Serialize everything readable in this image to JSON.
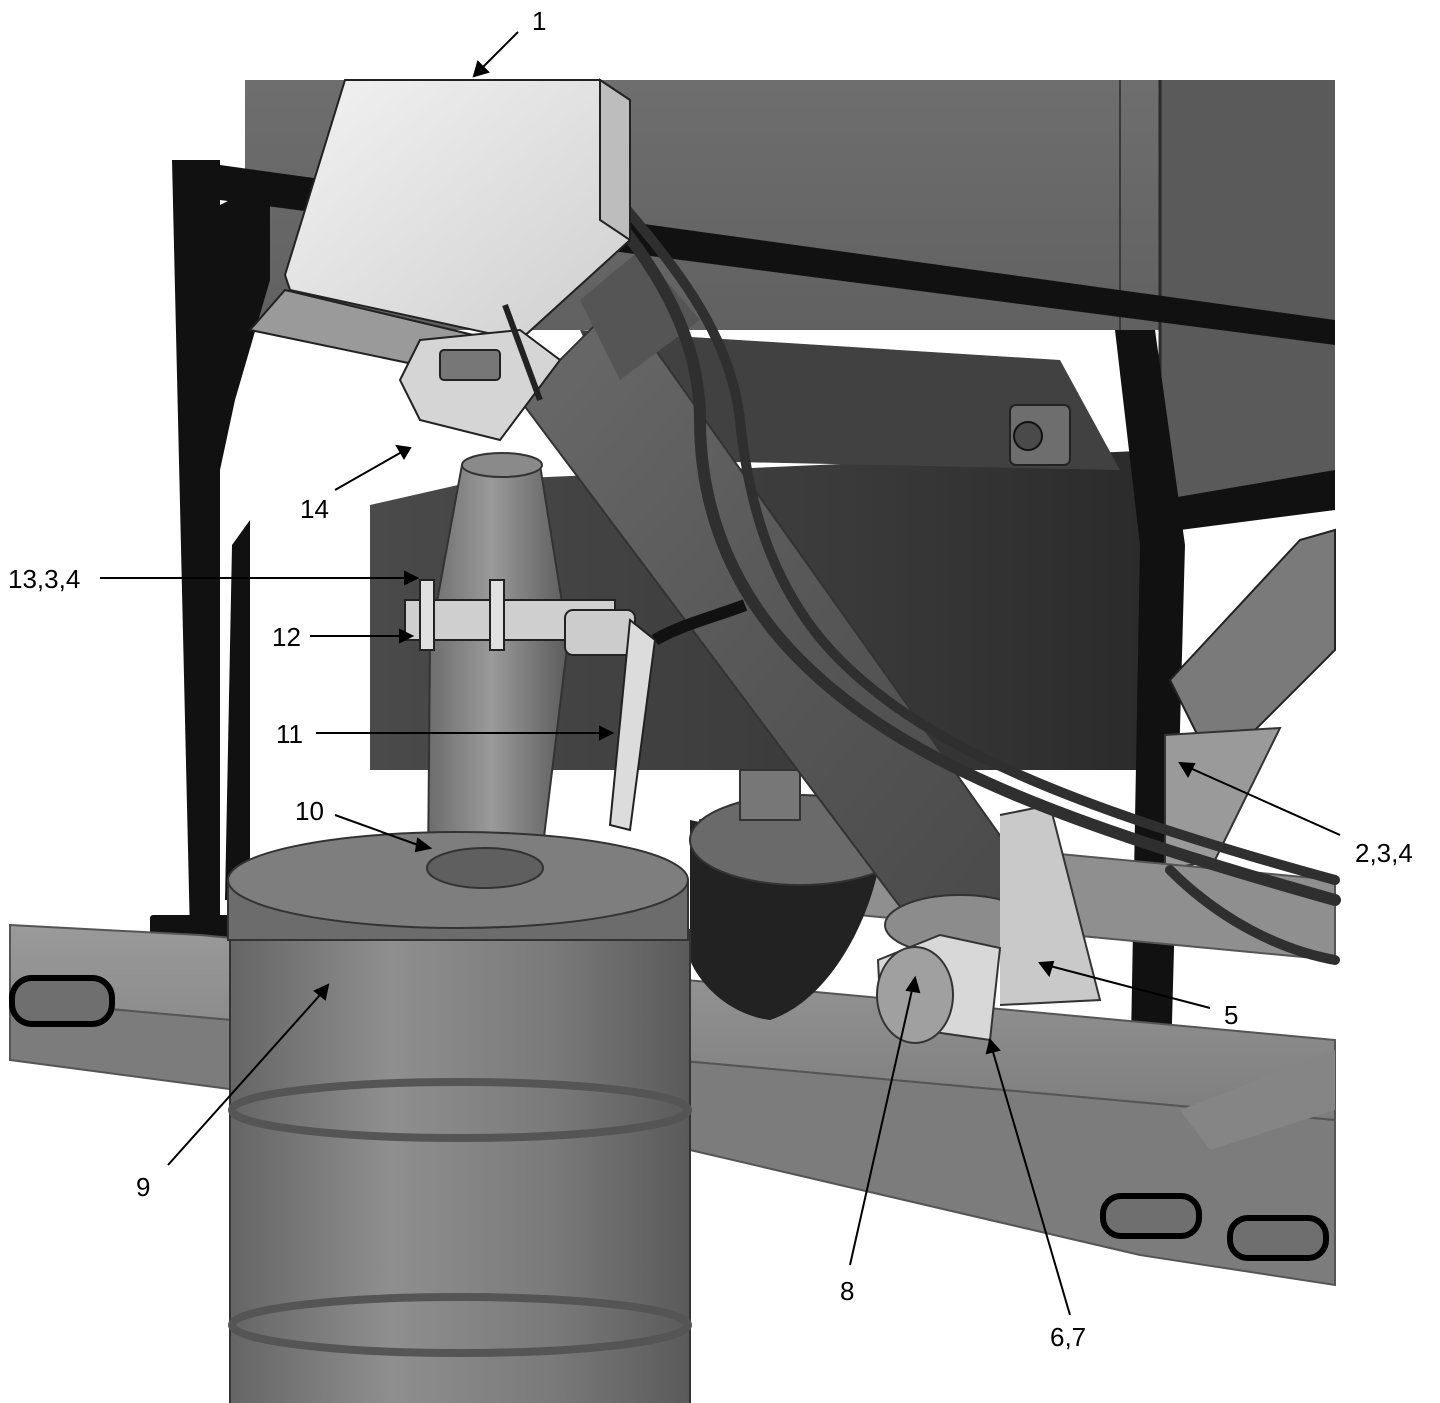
{
  "callouts": [
    {
      "id": "c1",
      "label": "1"
    },
    {
      "id": "c14",
      "label": "14"
    },
    {
      "id": "c13",
      "label": "13,3,4"
    },
    {
      "id": "c12",
      "label": "12"
    },
    {
      "id": "c11",
      "label": "11"
    },
    {
      "id": "c10",
      "label": "10"
    },
    {
      "id": "c2",
      "label": "2,3,4"
    },
    {
      "id": "c5",
      "label": "5"
    },
    {
      "id": "c9",
      "label": "9"
    },
    {
      "id": "c8",
      "label": "8"
    },
    {
      "id": "c6",
      "label": "6,7"
    }
  ],
  "colors": {
    "frame_black": "#111111",
    "hopper_top": "#6b6b6b",
    "hopper_lower": "#3a3a3a",
    "tube": "#5e5e5e",
    "drum": "#7a7a7a",
    "motor_box": "#e8e8e8",
    "trailer_rail": "#8a8a8a"
  }
}
